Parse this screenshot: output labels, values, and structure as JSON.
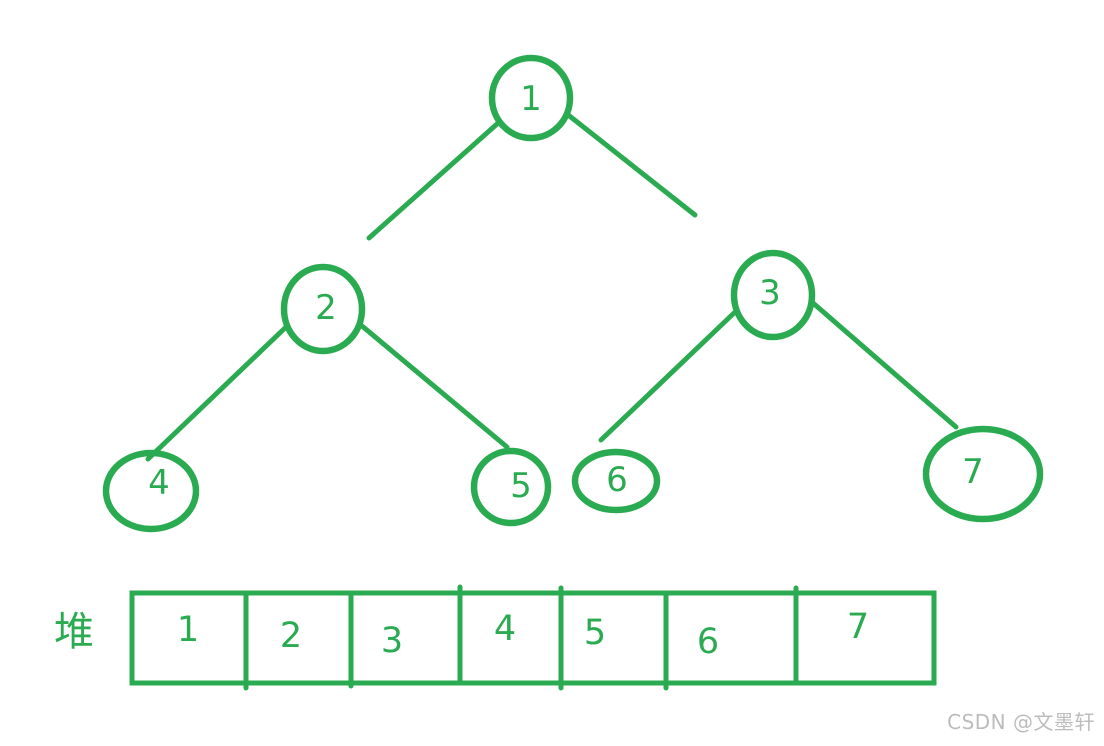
{
  "colors": {
    "accent_green": "#2bab51",
    "watermark_gray": "#bcbcbc",
    "background": "#ffffff"
  },
  "tree": {
    "nodes": [
      {
        "label": "1"
      },
      {
        "label": "2"
      },
      {
        "label": "3"
      },
      {
        "label": "4"
      },
      {
        "label": "5"
      },
      {
        "label": "6"
      },
      {
        "label": "7"
      }
    ],
    "edges": [
      [
        "1",
        "2"
      ],
      [
        "1",
        "3"
      ],
      [
        "2",
        "4"
      ],
      [
        "2",
        "5"
      ],
      [
        "3",
        "6"
      ],
      [
        "3",
        "7"
      ]
    ]
  },
  "heap": {
    "label": "堆",
    "cells": [
      "1",
      "2",
      "3",
      "4",
      "5",
      "6",
      "7"
    ]
  },
  "watermark": {
    "text": "CSDN @文墨轩"
  }
}
